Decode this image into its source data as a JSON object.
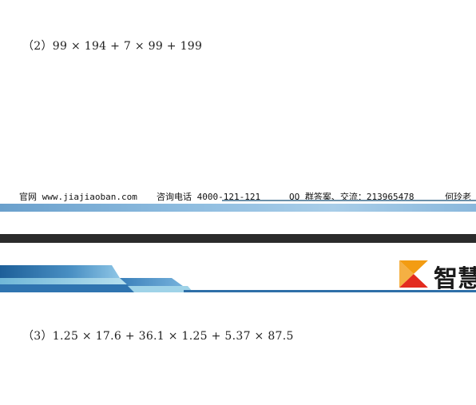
{
  "problems": {
    "p2": "（2）99 × 194 + 7 × 99 + 199",
    "p3": "（3）1.25 × 17.6 + 36.1 × 1.25 + 5.37 × 87.5"
  },
  "footer": {
    "site": "官网 www.jiajiaoban.com",
    "phone": "咨询电话 4000-121-121",
    "qq": "QQ 群答案、交流：213965478",
    "teacher": "何玲老"
  },
  "header": {
    "logo_text": "智慧"
  },
  "colors": {
    "band_blue": "#2e6fa8",
    "logo_orange": "#f39c12",
    "logo_red": "#e32b1f"
  }
}
